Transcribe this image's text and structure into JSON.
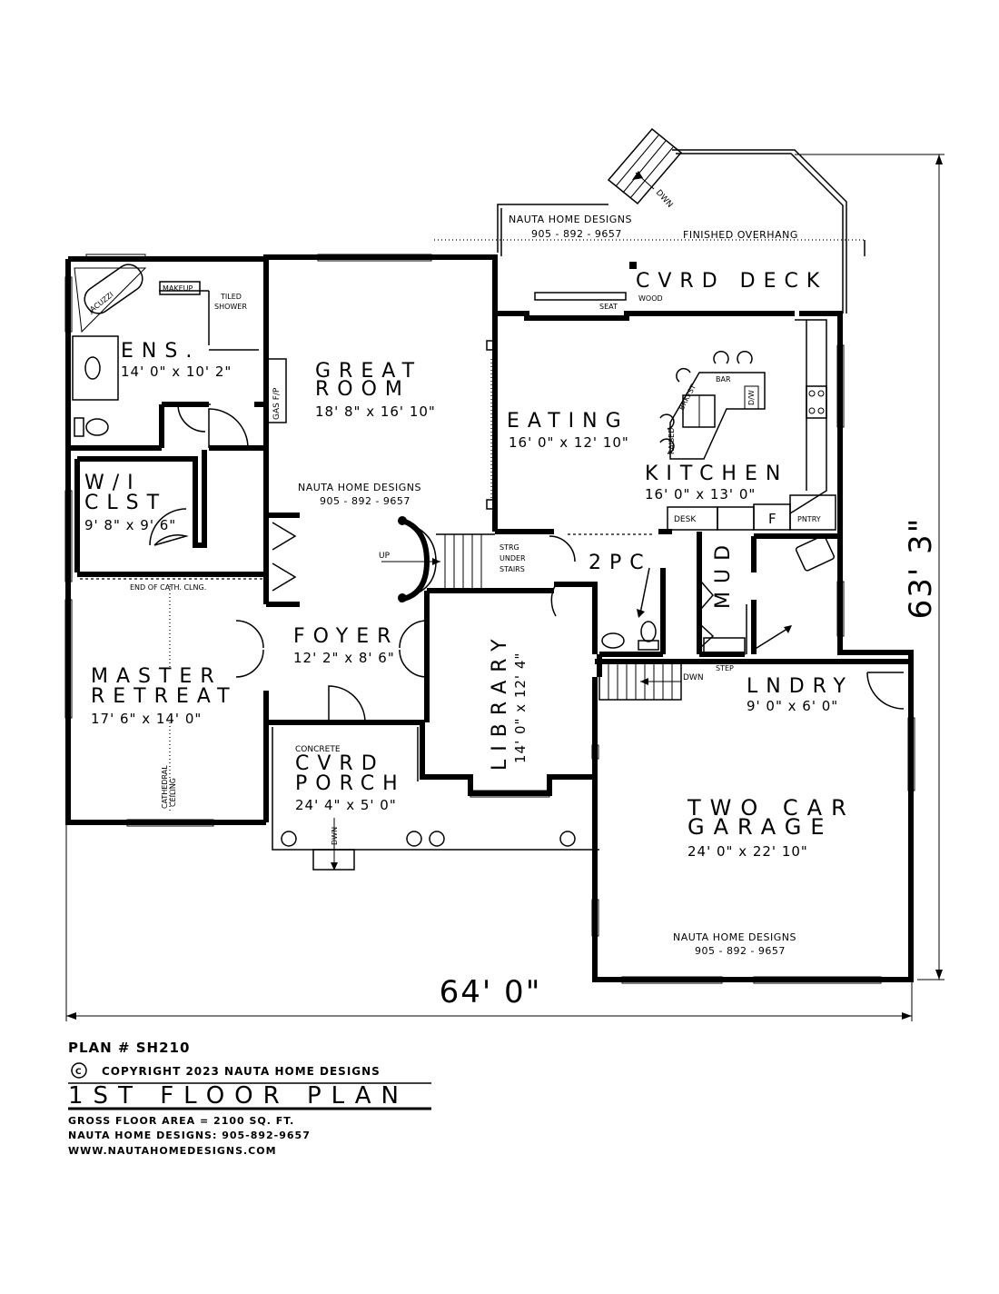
{
  "plan_number": "PLAN # SH210",
  "copyright_symbol": "C",
  "copyright": "COPYRIGHT 2023 NAUTA HOME DESIGNS",
  "title": "1ST FLOOR PLAN",
  "gross_area": "GROSS  FLOOR AREA   =    2100   SQ. FT.",
  "contact": "NAUTA HOME DESIGNS:  905-892-9657",
  "website": "WWW.NAUTAHOMEDESIGNS.COM",
  "overall_width": "64' 0\"",
  "overall_depth": "63' 3\"",
  "watermark": {
    "name": "NAUTA HOME DESIGNS",
    "phone": "905 - 892 - 9657"
  },
  "rooms": {
    "ens": {
      "name": "ENS.",
      "size": "14' 0\" x 10' 2\""
    },
    "great_room": {
      "line1": "GREAT",
      "line2": "ROOM",
      "size": "18' 8\" x 16' 10\""
    },
    "eating": {
      "name": "EATING",
      "size": "16' 0\" x 12' 10\""
    },
    "kitchen": {
      "name": "KITCHEN",
      "size": "16' 0\" x 13' 0\""
    },
    "wi_closet": {
      "line1": "W/I",
      "line2": "CLST",
      "size": "9' 8\" x 9' 6\""
    },
    "master": {
      "line1": "MASTER",
      "line2": "RETREAT",
      "size": "17' 6\" x 14' 0\""
    },
    "foyer": {
      "name": "FOYER",
      "size": "12' 2\" x 8' 6\""
    },
    "library": {
      "name": "LIBRARY",
      "size": "14' 0\" x 12' 4\""
    },
    "porch": {
      "prefix": "CONCRETE",
      "line1": "CVRD",
      "line2": "PORCH",
      "size": "24' 4\" x 5' 0\""
    },
    "two_pc": {
      "name": "2PC"
    },
    "mud": {
      "name": "MUD"
    },
    "laundry": {
      "name": "LNDRY",
      "size": "9' 0\" x 6' 0\""
    },
    "garage": {
      "line1": "TWO CAR",
      "line2": "GARAGE",
      "size": "24' 0\" x 22' 10\""
    },
    "deck": {
      "name": "CVRD DECK"
    }
  },
  "labels": {
    "jacuzzi": "JACUZZI",
    "makeup": "MAKEUP",
    "tiled": "TILED",
    "shower": "SHOWER",
    "gas_fp": "GAS F/P",
    "end_cath": "END OF CATH. CLNG.",
    "cathedral": "CATHEDRAL",
    "ceiling": "CEILING",
    "up": "UP",
    "strg1": "STRG",
    "strg2": "UNDER",
    "strg3": "STAIRS",
    "desk": "DESK",
    "fridge": "F",
    "pantry": "PNTRY",
    "bar": "BAR",
    "brkfst": "BRKFST",
    "raised": "RAISED",
    "dw": "D/W",
    "seat": "SEAT",
    "wood": "WOOD",
    "finished_overhang": "FINISHED OVERHANG",
    "dwn_deck": "DWN",
    "dwn_porch": "DWN",
    "dwn_garage": "DWN",
    "step": "STEP"
  }
}
